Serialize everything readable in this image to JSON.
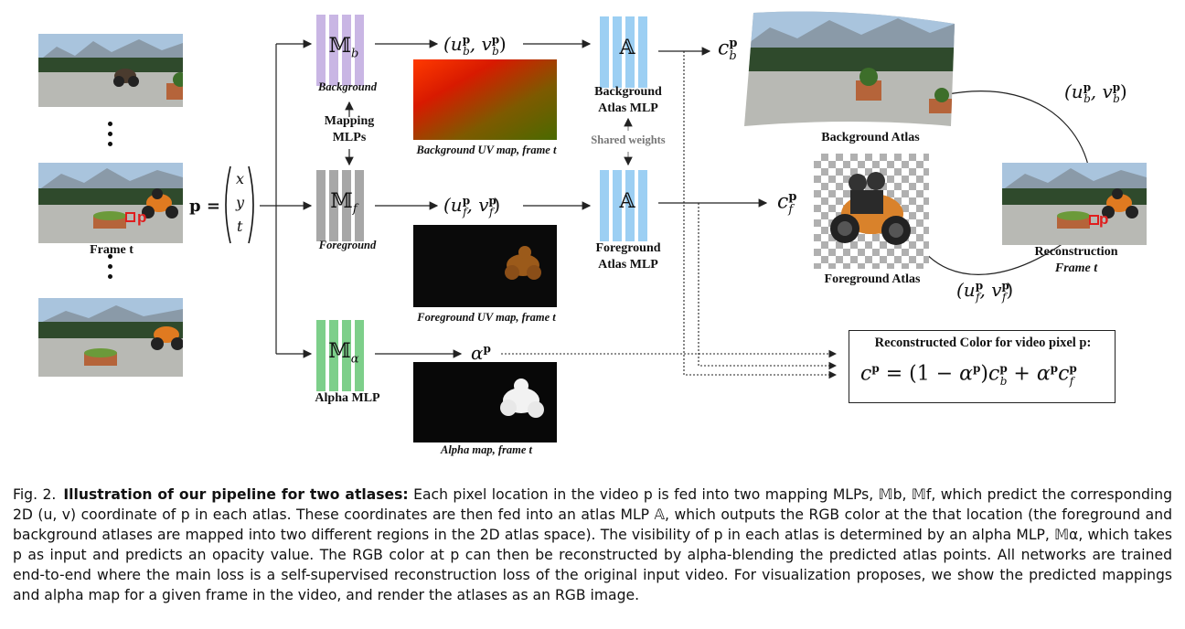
{
  "figure": {
    "left_column": {
      "frame_label": "Frame t"
    },
    "input_vector": {
      "lhs": "p =",
      "components": [
        "x",
        "y",
        "t"
      ]
    },
    "mapping_mlps_label": "Mapping MLPs",
    "background_mlp": {
      "symbol": "𝕄",
      "sub": "b",
      "label": "Background"
    },
    "foreground_mlp": {
      "symbol": "𝕄",
      "sub": "f",
      "label": "Foreground"
    },
    "alpha_mlp": {
      "symbol": "𝕄",
      "sub": "α",
      "label": "Alpha MLP"
    },
    "bg_uv": {
      "text": "(u",
      "sup": "p",
      "sub": "b",
      "mid": ", v",
      "end": ")",
      "map_caption": "Background UV map, frame t"
    },
    "fg_uv": {
      "text": "(u",
      "sup": "p",
      "sub": "f",
      "mid": ", v",
      "end": ")",
      "map_caption": "Foreground UV map, frame t"
    },
    "alpha_out": {
      "text": "α",
      "sup": "p",
      "map_caption": "Alpha map, frame t"
    },
    "atlas_bg": {
      "symbol": "𝔸",
      "label_line1": "Background",
      "label_line2": "Atlas MLP"
    },
    "atlas_fg": {
      "symbol": "𝔸",
      "label_line1": "Foreground",
      "label_line2": "Atlas MLP"
    },
    "shared_weights": "Shared weights",
    "cb": {
      "text": "c",
      "sup": "p",
      "sub": "b"
    },
    "cf": {
      "text": "c",
      "sup": "p",
      "sub": "f"
    },
    "background_atlas_label": "Background Atlas",
    "foreground_atlas_label": "Foreground Atlas",
    "reconstruction_label_line1": "Reconstruction",
    "reconstruction_label_line2": "Frame t",
    "uv_b_right": "(u^p_b, v^p_b)",
    "uv_f_right": "(u^p_f, v^p_f)",
    "p_marker": "p",
    "recon_box": {
      "title": "Reconstructed Color for video pixel p:",
      "formula": "c^p = (1 − α^p) c^p_b + α^p c^p_f"
    },
    "colors": {
      "mapping_mlp": "#c9b6e4",
      "atlas_mlp": "#9ccff3",
      "alpha_mlp": "#7dcf8a",
      "marker_red": "#e01e1e"
    }
  },
  "caption": {
    "figno": "Fig. 2.",
    "title": "Illustration of our pipeline for two atlases:",
    "body": "Each pixel location in the video p is fed into two mapping MLPs, 𝕄b, 𝕄f, which predict the corresponding 2D (u, v) coordinate of p in each atlas. These coordinates are then fed into an atlas MLP 𝔸, which outputs the RGB color at the that location (the foreground and background atlases are mapped into two different regions in the 2D atlas space). The visibility of p in each atlas is determined by an alpha MLP, 𝕄α, which takes p as input and predicts an opacity value. The RGB color at p can then be reconstructed by alpha-blending the predicted atlas points. All networks are trained end-to-end where the main loss is a self-supervised reconstruction loss of the original input video. For visualization proposes, we show the predicted mappings and alpha map for a given frame in the video, and render the atlases as an RGB image."
  }
}
